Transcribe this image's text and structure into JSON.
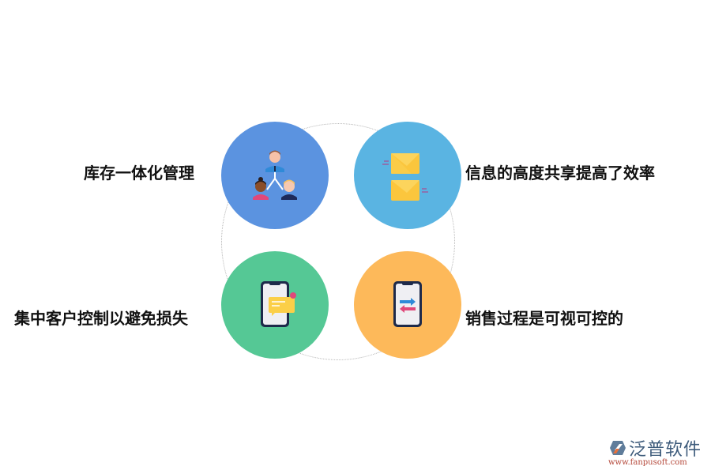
{
  "diagram": {
    "items": [
      {
        "label": "库存一体化管理",
        "icon": "team-hierarchy-icon",
        "color": "#5b93e0",
        "position": "top-left"
      },
      {
        "label": "信息的高度共享提高了效率",
        "icon": "envelopes-icon",
        "color": "#5ab4e2",
        "position": "top-right"
      },
      {
        "label": "集中客户控制以避免损失",
        "icon": "phone-notification-icon",
        "color": "#55c895",
        "position": "bottom-left"
      },
      {
        "label": "销售过程是可视可控的",
        "icon": "phone-transfer-icon",
        "color": "#fdb95a",
        "position": "bottom-right"
      }
    ],
    "ring_color": "#b5b5b5"
  },
  "logo": {
    "name": "泛普软件",
    "url": "www.fanpusoft.com"
  }
}
